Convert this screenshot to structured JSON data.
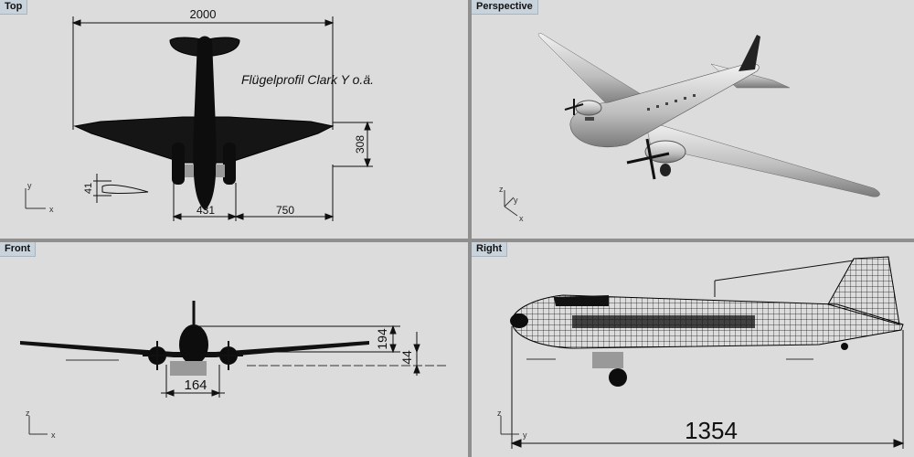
{
  "viewports": {
    "top": {
      "title": "Top",
      "dimensions": {
        "wingspan": "2000",
        "fuselage_width": "431",
        "semi_span": "750",
        "chord": "308",
        "profile_thickness": "41"
      },
      "annotation": "Flügelprofil Clark Y o.ä.",
      "axes": {
        "x": "x",
        "y": "y"
      }
    },
    "perspective": {
      "title": "Perspective",
      "axes": {
        "x": "x",
        "y": "y",
        "z": "z"
      }
    },
    "front": {
      "title": "Front",
      "dimensions": {
        "engine_spacing": "164",
        "height_upper": "194",
        "height_lower": "44"
      },
      "axes": {
        "x": "x",
        "z": "z"
      }
    },
    "right": {
      "title": "Right",
      "dimensions": {
        "length": "1354"
      },
      "axes": {
        "y": "y",
        "z": "z"
      }
    }
  },
  "colors": {
    "viewport_bg": "#dcdcdc",
    "title_bg": "#c9d3dc",
    "frame": "#8f8f8f",
    "model": "#111111",
    "dimension_line": "#111111"
  }
}
